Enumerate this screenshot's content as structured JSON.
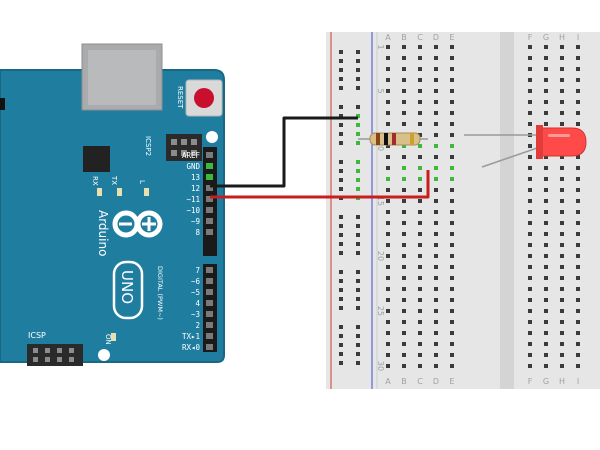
{
  "colors": {
    "board": "#1f7ea0",
    "board_edge": "#186882",
    "breadboard": "#e6e6e6",
    "rail_red": "#d0392f",
    "rail_blue": "#3a4fd0",
    "wire_black": "#1a1a1a",
    "wire_red": "#c81e1e",
    "led_red": "#ff4a4a",
    "hole": "#3b3b3b",
    "hole_active": "#3cb83c"
  },
  "arduino": {
    "reset_label": "RESET",
    "icsp2_label": "ICSP2",
    "icsp_label": "ICSP",
    "led_l_label": "L",
    "tx_label": "TX",
    "rx_label": "RX",
    "on_label": "ON",
    "brand_label": "Arduino",
    "model_label": "UNO",
    "digital_label": "DIGITAL (PWM~)",
    "pins": [
      "AREF",
      "GND",
      "13",
      "12",
      "~11",
      "~10",
      "~9",
      "8",
      "7",
      "~6",
      "~5",
      "4",
      "~3",
      "2",
      "TX▸1",
      "RX◂0"
    ]
  },
  "breadboard": {
    "columns_left": [
      "A",
      "B",
      "C",
      "D",
      "E"
    ],
    "columns_right": [
      "F",
      "G",
      "H",
      "I"
    ],
    "row_numbers": [
      "1",
      "5",
      "10",
      "15",
      "20",
      "25",
      "30"
    ]
  },
  "components": {
    "resistor": "resistor",
    "led": "led"
  }
}
